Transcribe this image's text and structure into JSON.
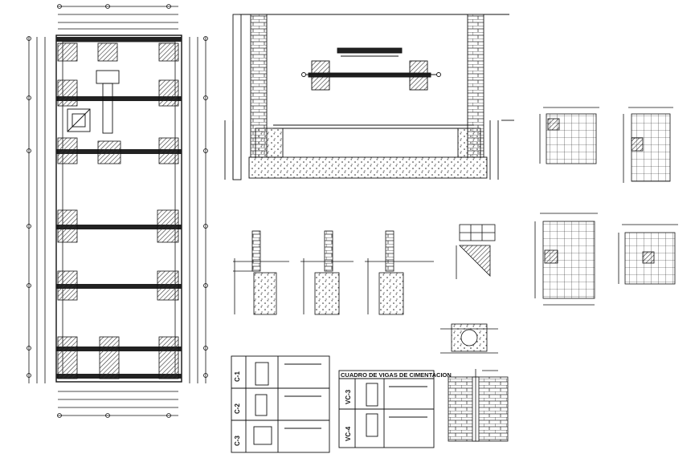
{
  "drawing": {
    "foundation_table": {
      "title": "CUADRO DE VIGAS DE CIMENTACION",
      "rows": [
        {
          "code": "VC-3"
        },
        {
          "code": "VC-4"
        }
      ]
    },
    "column_table": {
      "rows": [
        {
          "code": "C-1"
        },
        {
          "code": "C-2"
        },
        {
          "code": "C-3"
        }
      ]
    }
  },
  "colors": {
    "line": "#111111",
    "hatch": "#444444",
    "background": "#ffffff"
  }
}
